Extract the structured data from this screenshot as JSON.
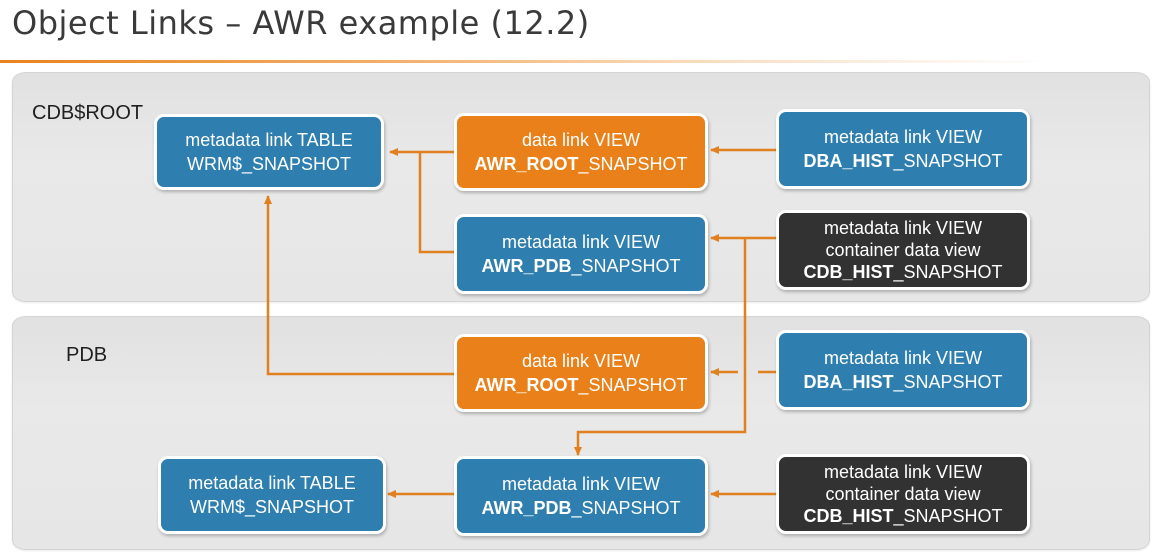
{
  "title": "Object Links – AWR example (12.2)",
  "regions": {
    "root_label": "CDB$ROOT",
    "pdb_label": "PDB"
  },
  "boxes": {
    "root_table": {
      "line1": "metadata link TABLE",
      "line2": "WRM$_SNAPSHOT"
    },
    "root_awr_root": {
      "line1": "data link VIEW",
      "bold": "AWR_ROOT",
      "rest": "_SNAPSHOT"
    },
    "root_dba_hist": {
      "line1": "metadata link VIEW",
      "bold": "DBA_HIST",
      "rest": "_SNAPSHOT"
    },
    "root_awr_pdb": {
      "line1": "metadata link VIEW",
      "bold": "AWR_PDB",
      "rest": "_SNAPSHOT"
    },
    "root_cdb_hist": {
      "line1": "metadata link VIEW",
      "line2": "container data view",
      "bold": "CDB_HIST",
      "rest": "_SNAPSHOT"
    },
    "pdb_awr_root": {
      "line1": "data link VIEW",
      "bold": "AWR_ROOT",
      "rest": "_SNAPSHOT"
    },
    "pdb_dba_hist": {
      "line1": "metadata link VIEW",
      "bold": "DBA_HIST",
      "rest": "_SNAPSHOT"
    },
    "pdb_table": {
      "line1": "metadata link TABLE",
      "line2": "WRM$_SNAPSHOT"
    },
    "pdb_awr_pdb": {
      "line1": "metadata link VIEW",
      "bold": "AWR_PDB",
      "rest": "_SNAPSHOT"
    },
    "pdb_cdb_hist": {
      "line1": "metadata link VIEW",
      "line2": "container data view",
      "bold": "CDB_HIST",
      "rest": "_SNAPSHOT"
    }
  },
  "colors": {
    "metadata_link": "#2e7fb0",
    "data_link": "#e98019",
    "container_data": "#323232",
    "arrow": "#e0801e",
    "accent": "#e8821e"
  }
}
